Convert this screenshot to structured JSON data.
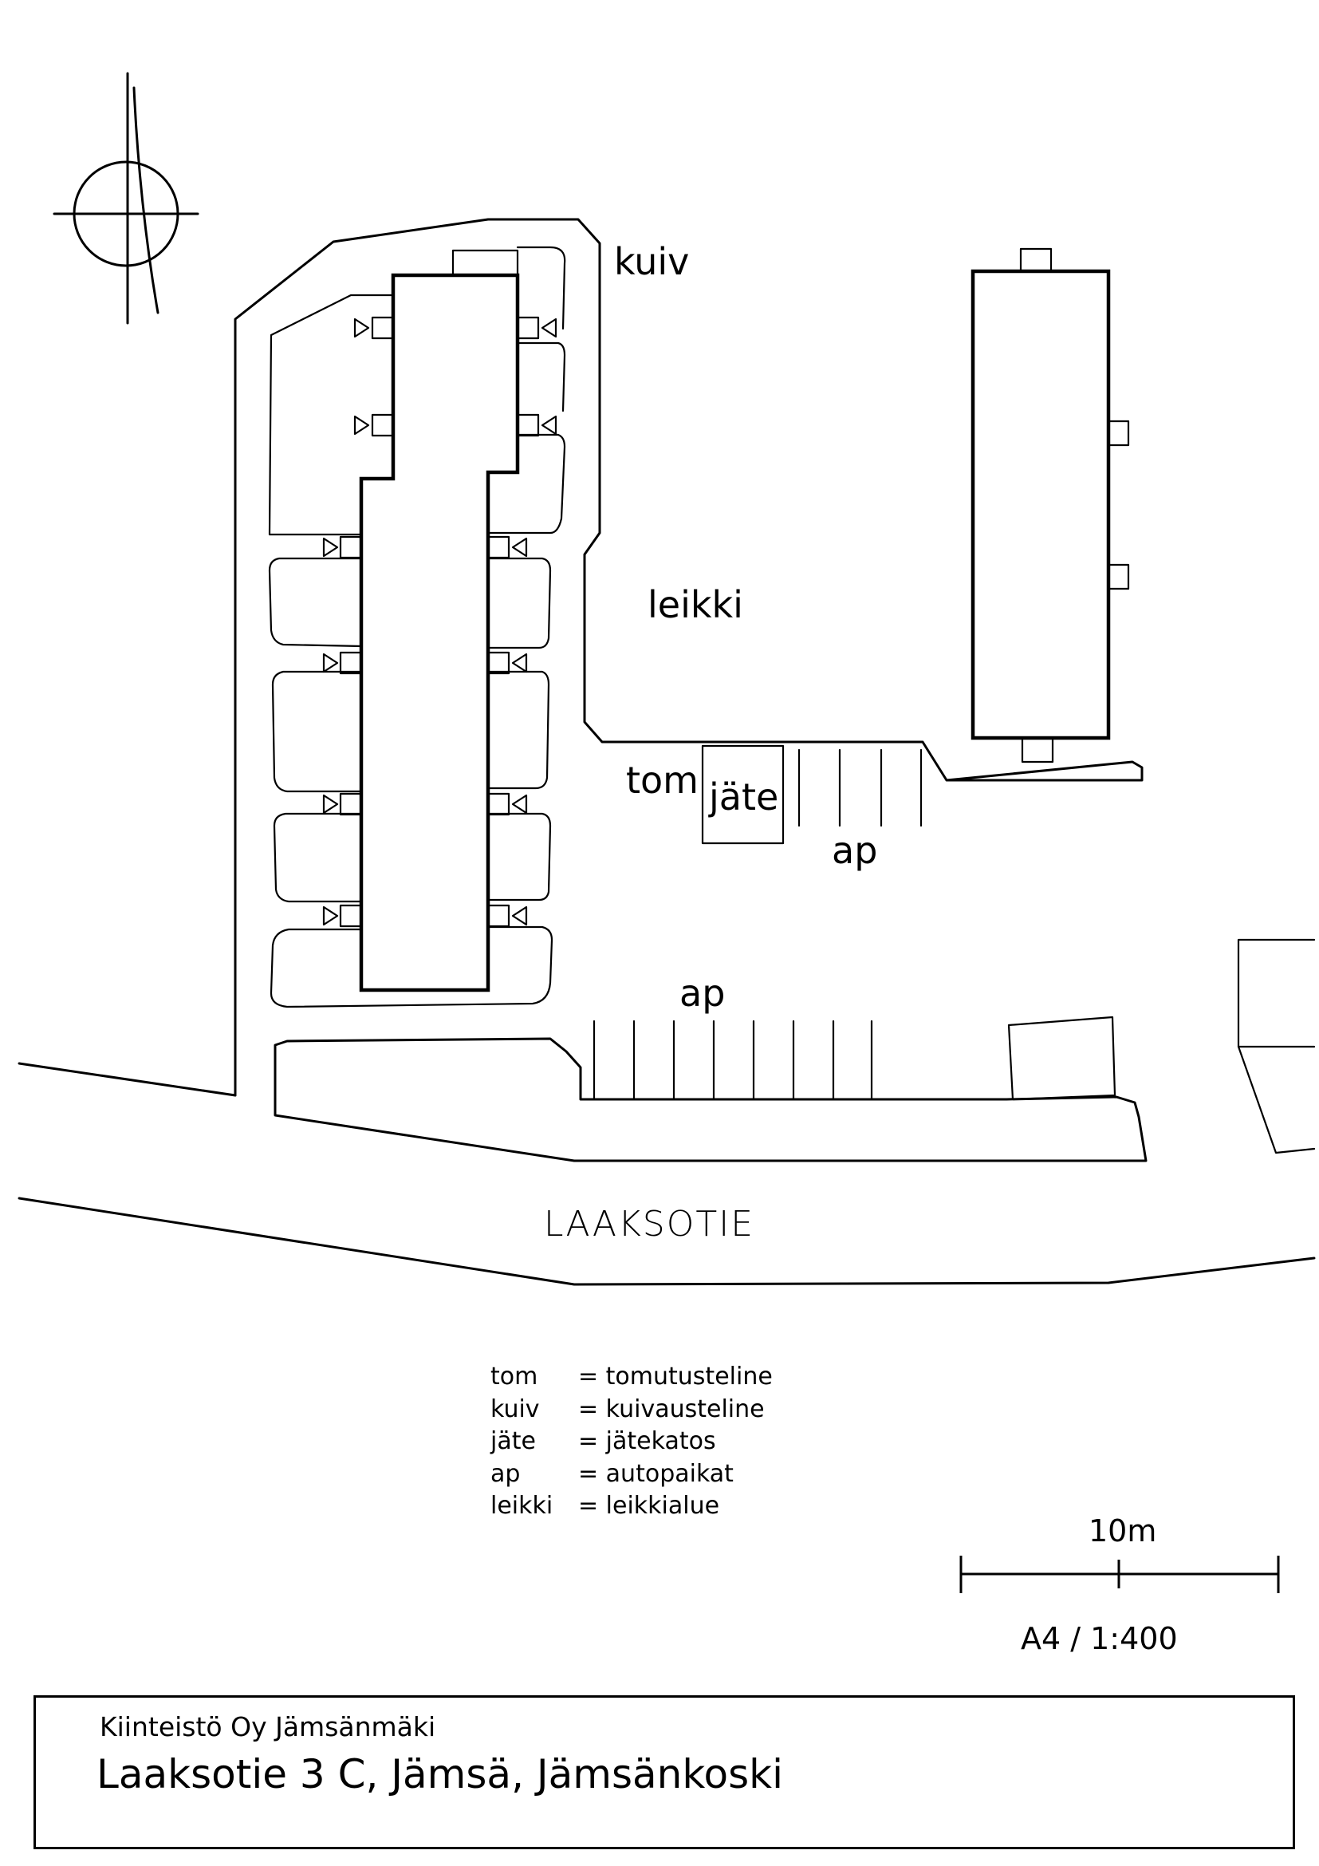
{
  "map": {
    "area_labels": {
      "kuiv": "kuiv",
      "leikki": "leikki",
      "tom": "tom",
      "jate": "jäte",
      "ap_upper": "ap",
      "ap_lower": "ap"
    },
    "road_name": "LAAKSOTIE",
    "north_arrow_icon": "north-arrow-icon"
  },
  "legend": {
    "items": [
      {
        "abbr": "tom",
        "desc": "= tomutusteline"
      },
      {
        "abbr": "kuiv",
        "desc": "= kuivausteline"
      },
      {
        "abbr": "jäte",
        "desc": "= jätekatos"
      },
      {
        "abbr": "ap",
        "desc": "= autopaikat"
      },
      {
        "abbr": "leikki",
        "desc": "= leikkialue"
      }
    ]
  },
  "scale": {
    "distance_label": "10m",
    "paper_scale": "A4 / 1:400"
  },
  "title_block": {
    "company": "Kiinteistö Oy Jämsänmäki",
    "address": "Laaksotie 3 C, Jämsä, Jämsänkoski"
  }
}
